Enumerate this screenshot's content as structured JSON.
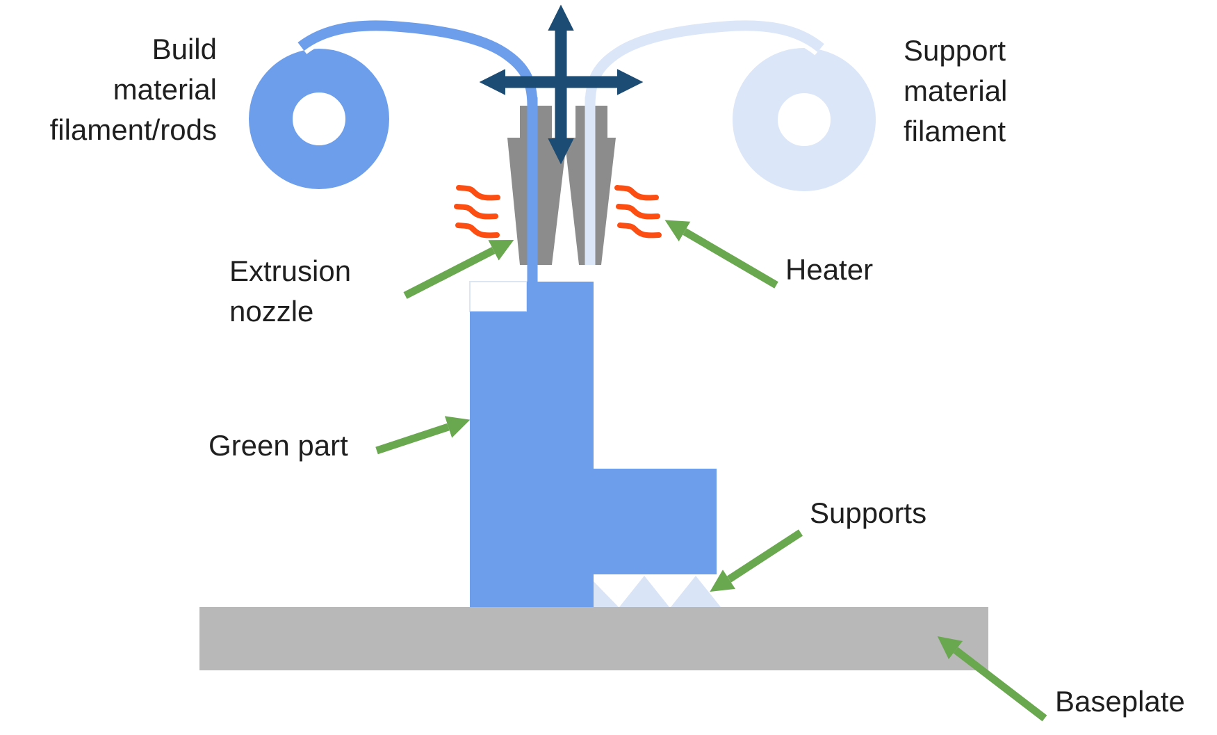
{
  "labels": {
    "build_material": "Build\nmaterial\nfilament/rods",
    "support_material": "Support\nmaterial\nfilament",
    "extrusion_nozzle": "Extrusion\nnozzle",
    "heater": "Heater",
    "green_part": "Green part",
    "supports": "Supports",
    "baseplate": "Baseplate"
  },
  "colors": {
    "build_blue": "#6D9EEB",
    "support_blue": "#DBE6F8",
    "supports_blue": "#D9E4F6",
    "navy": "#1C4C74",
    "green": "#6AA84F",
    "orange": "#FC4E12",
    "nozzle_gray": "#8C8C8C",
    "baseplate_gray": "#B8B8B8",
    "notch_border": "#DCE5F2",
    "text_color": "#1F1F1F",
    "background": "#FFFFFF"
  },
  "icons": {
    "motion_cross": "xy-z-motion-arrows-icon",
    "heat_waves": "heat-waves-icon",
    "annotation_arrows": "green-pointer-arrow-icon"
  }
}
